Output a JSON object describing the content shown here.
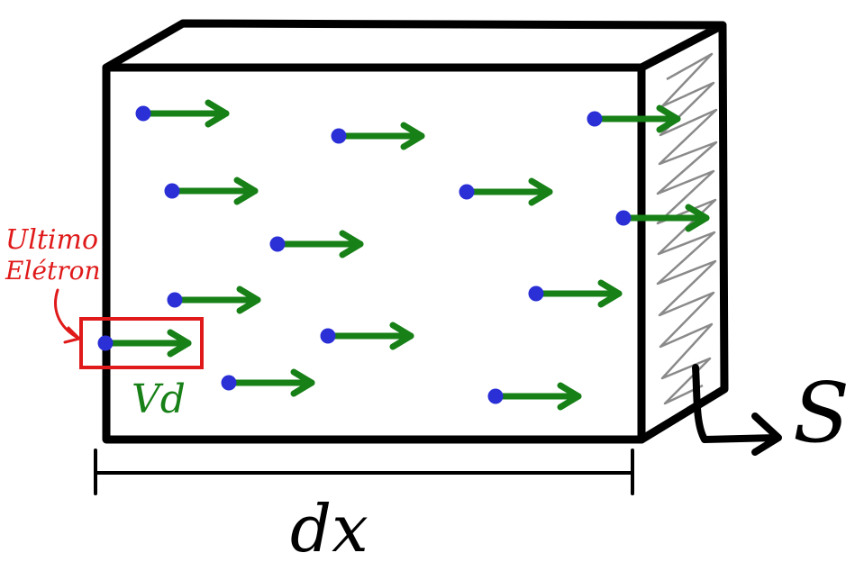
{
  "labels": {
    "red_note_line1": "Ultimo",
    "red_note_line2": "Elétron",
    "drift_velocity": "Vd",
    "length": "dx",
    "area": "S"
  },
  "colors": {
    "outline": "#000000",
    "electron": "#2a2fd6",
    "arrow": "#178017",
    "highlight": "#e01a1a",
    "hatch": "#8a8a8a"
  }
}
